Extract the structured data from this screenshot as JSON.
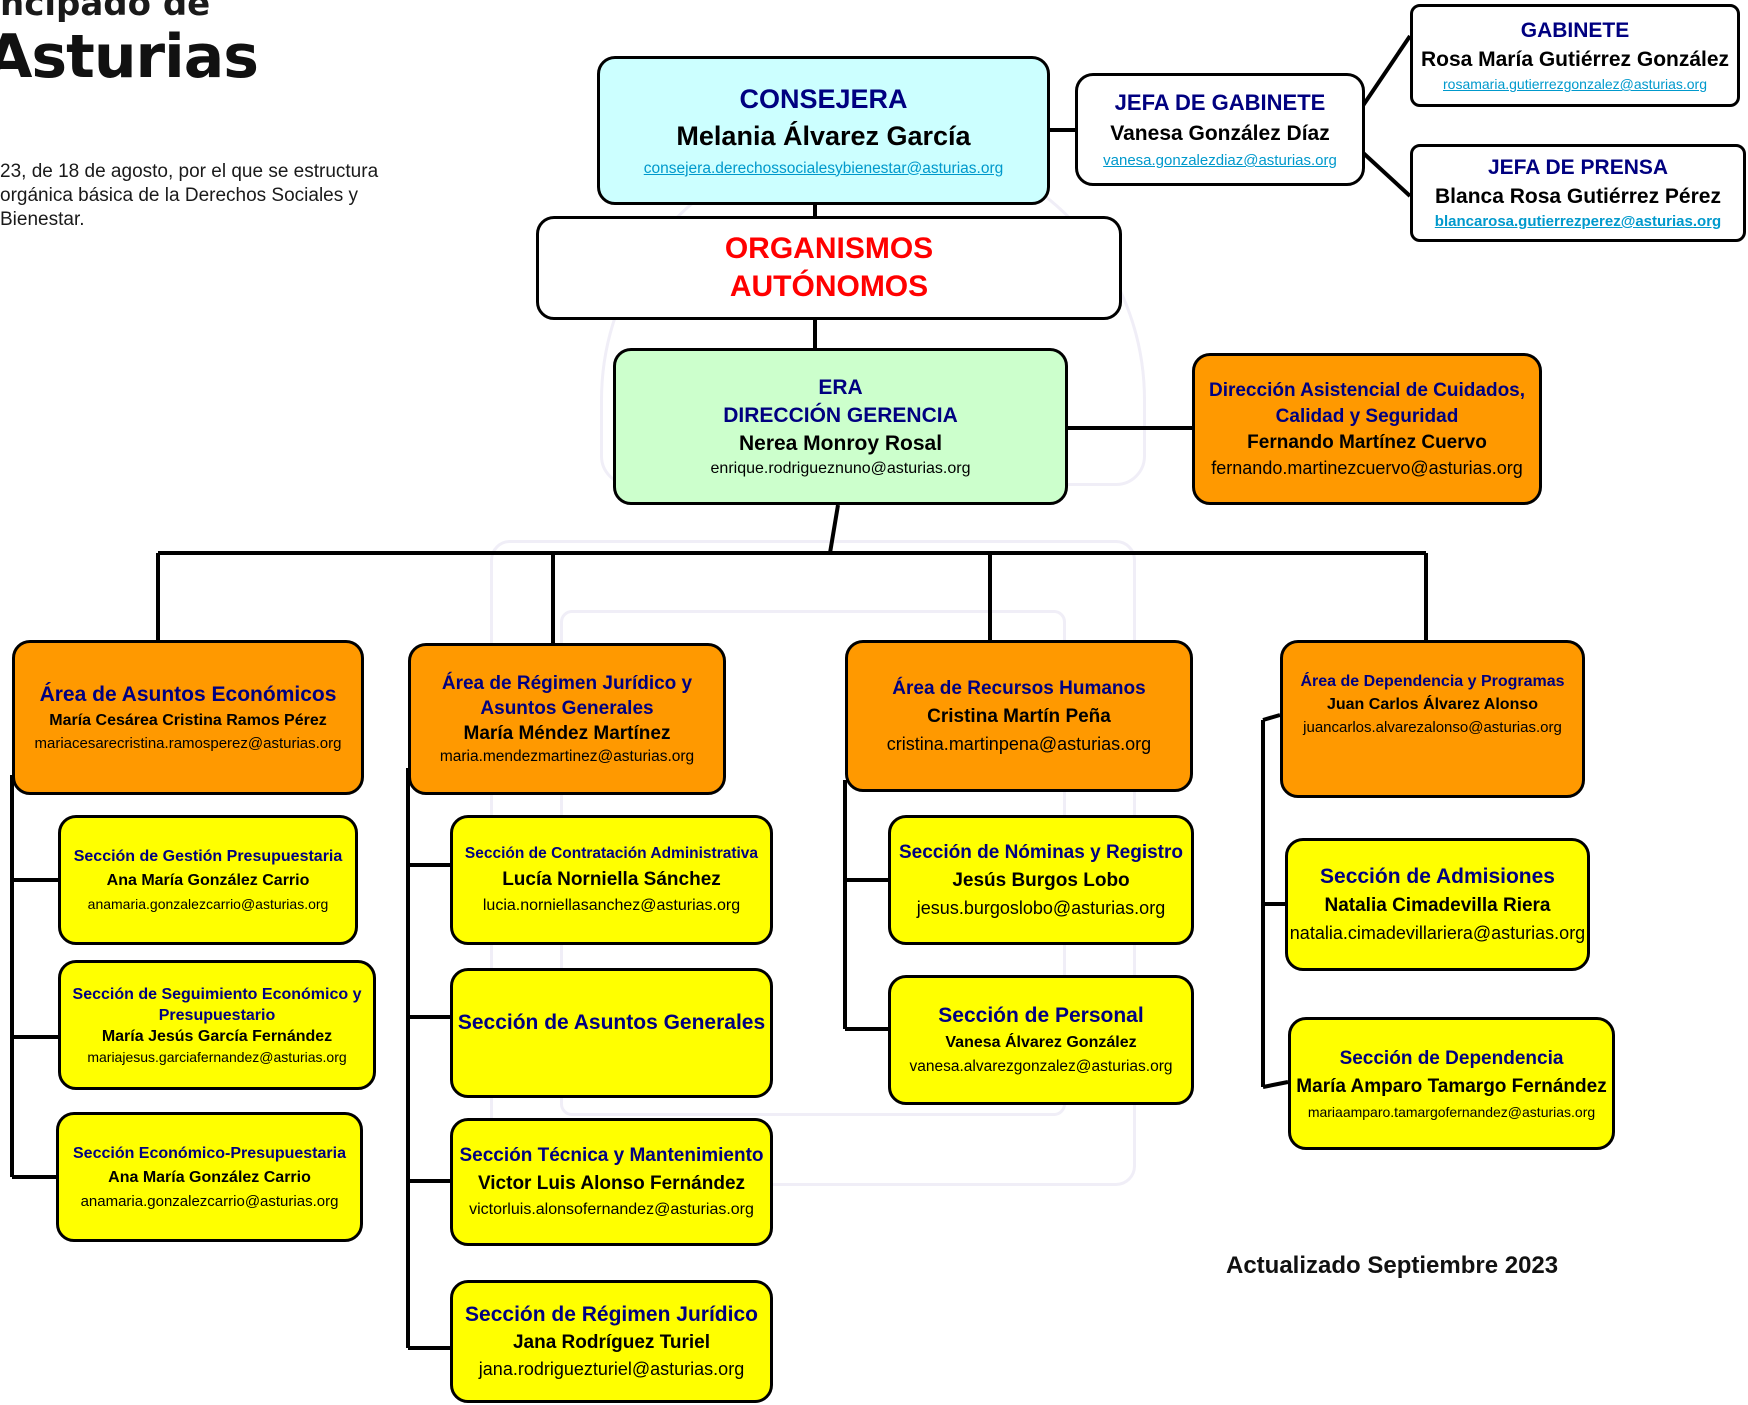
{
  "header": {
    "brand_line1": "ncipado de",
    "brand_line2": "Asturias",
    "decree": "23, de 18 de agosto, por el que se estructura orgánica básica de la Derechos Sociales y Bienestar."
  },
  "colors": {
    "cyan": "#ccffff",
    "green": "#ccffcc",
    "orange": "#ff9900",
    "yellow": "#ffff00",
    "title_blue": "#000080",
    "red": "#ff0000",
    "link": "#0099cc"
  },
  "consejera": {
    "title": "CONSEJERA",
    "name": "Melania Álvarez García",
    "email": "consejera.derechossocialesybienestar@asturias.org"
  },
  "jefa_gabinete": {
    "title": "JEFA DE GABINETE",
    "name": "Vanesa González Díaz",
    "email": "vanesa.gonzalezdiaz@asturias.org"
  },
  "gabinete": {
    "title": "GABINETE",
    "name": "Rosa María Gutiérrez González",
    "email": "rosamaria.gutierrezgonzalez@asturias.org"
  },
  "jefa_prensa": {
    "title": "JEFA DE PRENSA",
    "name": "Blanca Rosa Gutiérrez Pérez",
    "email": "blancarosa.gutierrezperez@asturias.org"
  },
  "organismos": {
    "line1": "ORGANISMOS",
    "line2": "AUTÓNOMOS"
  },
  "era": {
    "line1": "ERA",
    "line2": "DIRECCIÓN GERENCIA",
    "name": "Nerea Monroy Rosal",
    "email": "enrique.rodrigueznuno@asturias.org"
  },
  "asistencial": {
    "title1": "Dirección Asistencial de Cuidados,",
    "title2": "Calidad y Seguridad",
    "name": "Fernando Martínez Cuervo",
    "email": "fernando.martinezcuervo@asturias.org"
  },
  "areas": [
    {
      "title1": "Área de Asuntos Económicos",
      "name": "María Cesárea Cristina Ramos Pérez",
      "email": "mariacesarecristina.ramosperez@asturias.org"
    },
    {
      "title1": "Área de Régimen Jurídico y",
      "title2": "Asuntos Generales",
      "name": "María Méndez Martínez",
      "email": "maria.mendezmartinez@asturias.org"
    },
    {
      "title1": "Área de Recursos Humanos",
      "name": "Cristina Martín Peña",
      "email": "cristina.martinpena@asturias.org"
    },
    {
      "title1": "Área de Dependencia y Programas",
      "name": "Juan Carlos Álvarez Alonso",
      "email": "juancarlos.alvarezalonso@asturias.org"
    }
  ],
  "sections": {
    "economicos": [
      {
        "title1": "Sección de Gestión Presupuestaria",
        "name": "Ana María González Carrio",
        "email": "anamaria.gonzalezcarrio@asturias.org"
      },
      {
        "title1": "Sección de Seguimiento Económico y",
        "title2": "Presupuestario",
        "name": "María Jesús García Fernández",
        "email": "mariajesus.garciafernandez@asturias.org"
      },
      {
        "title1": "Sección Económico-Presupuestaria",
        "name": "Ana María González Carrio",
        "email": "anamaria.gonzalezcarrio@asturias.org"
      }
    ],
    "juridico": [
      {
        "title1": "Sección de Contratación Administrativa",
        "name": "Lucía Norniella Sánchez",
        "email": "lucia.norniellasanchez@asturias.org"
      },
      {
        "title1": "Sección de Asuntos Generales"
      },
      {
        "title1": "Sección Técnica y Mantenimiento",
        "name": "Victor Luis Alonso Fernández",
        "email": "victorluis.alonsofernandez@asturias.org"
      },
      {
        "title1": "Sección de Régimen Jurídico",
        "name": "Jana Rodríguez Turiel",
        "email": "jana.rodriguezturiel@asturias.org"
      }
    ],
    "rrhh": [
      {
        "title1": "Sección de Nóminas y Registro",
        "name": "Jesús Burgos Lobo",
        "email": "jesus.burgoslobo@asturias.org"
      },
      {
        "title1": "Sección de Personal",
        "name": "Vanesa Álvarez González",
        "email": "vanesa.alvarezgonzalez@asturias.org"
      }
    ],
    "dependencia": [
      {
        "title1": "Sección de Admisiones",
        "name": "Natalia Cimadevilla Riera",
        "email": "natalia.cimadevillariera@asturias.org"
      },
      {
        "title1": "Sección de Dependencia",
        "name": "María Amparo Tamargo Fernández",
        "email": "mariaamparo.tamargofernandez@asturias.org"
      }
    ]
  },
  "footer": "Actualizado Septiembre 2023"
}
